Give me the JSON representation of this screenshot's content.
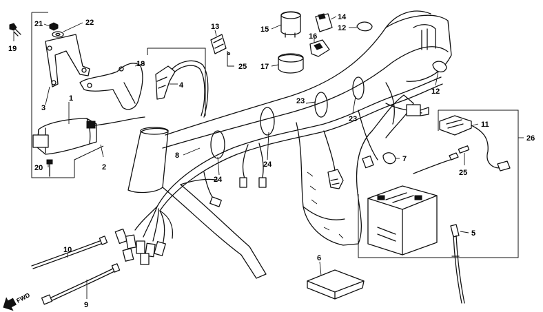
{
  "parts": [
    {
      "id": "p1",
      "label": "1"
    },
    {
      "id": "p2",
      "label": "2"
    },
    {
      "id": "p3",
      "label": "3"
    },
    {
      "id": "p4",
      "label": "4"
    },
    {
      "id": "p5",
      "label": "5"
    },
    {
      "id": "p6",
      "label": "6"
    },
    {
      "id": "p7",
      "label": "7"
    },
    {
      "id": "p8",
      "label": "8"
    },
    {
      "id": "p9",
      "label": "9"
    },
    {
      "id": "p10",
      "label": "10"
    },
    {
      "id": "p11",
      "label": "11"
    },
    {
      "id": "p12a",
      "label": "12"
    },
    {
      "id": "p12b",
      "label": "12"
    },
    {
      "id": "p13",
      "label": "13"
    },
    {
      "id": "p14",
      "label": "14"
    },
    {
      "id": "p15",
      "label": "15"
    },
    {
      "id": "p16",
      "label": "16"
    },
    {
      "id": "p17",
      "label": "17"
    },
    {
      "id": "p18",
      "label": "18"
    },
    {
      "id": "p19",
      "label": "19"
    },
    {
      "id": "p20",
      "label": "20"
    },
    {
      "id": "p21",
      "label": "21"
    },
    {
      "id": "p22",
      "label": "22"
    },
    {
      "id": "p23a",
      "label": "23"
    },
    {
      "id": "p23b",
      "label": "23"
    },
    {
      "id": "p24a",
      "label": "24"
    },
    {
      "id": "p24b",
      "label": "24"
    },
    {
      "id": "p25a",
      "label": "25"
    },
    {
      "id": "p25b",
      "label": "25"
    },
    {
      "id": "p26",
      "label": "26"
    }
  ],
  "direction_marker": "FWD"
}
